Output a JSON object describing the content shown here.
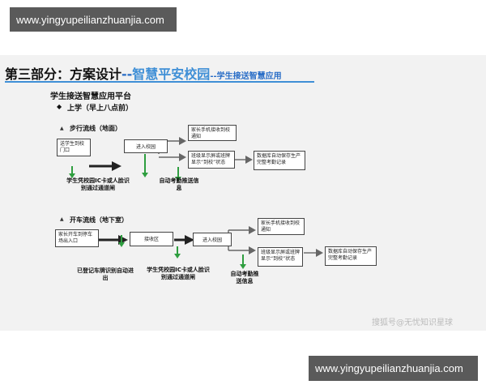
{
  "banner_top": "www.yingyupeilianzhuanjia.com",
  "banner_bottom": "www.yingyupeilianzhuanjia.com",
  "header": {
    "title_main": "第三部分：方案设计",
    "title_sep1": "--",
    "title_accent": "智慧平安校园",
    "title_sep2": "--",
    "title_sub": "学生接送智慧应用"
  },
  "platform_title": "学生接送智慧应用平台",
  "section": {
    "bullet": "◆",
    "title": "上学（早上八点前）"
  },
  "walk": {
    "marker": "▲",
    "label": "步行流线（地面）",
    "box1": "送学生到校门口",
    "box2": "进入校园",
    "box3": "家长手机接收到校通知",
    "box4": "班级显示屏或班牌显示“到校”状态",
    "box5": "数据库自动保存生产完整考勤记录",
    "note1": "学生凭校园IC卡或人脸识别通过通道闸",
    "note2": "自动考勤推送信息"
  },
  "car": {
    "marker": "▲",
    "label": "开车流线（地下室）",
    "box1": "家长开车到停车场出入口",
    "box2": "接收区",
    "box3": "进入校园",
    "box4": "家长手机接收到校通知",
    "box5": "班级显示屏或班牌显示“到校”状态",
    "box6": "数据库自动保存生产完整考勤记录",
    "note1": "已登记车牌识别自动进出",
    "note2": "学生凭校园IC卡或人脸识别通过通道闸",
    "note3": "自动考勤推送信息"
  },
  "watermark": "搜狐号@无忧知识星球",
  "colors": {
    "accent": "#3f8fd6",
    "arrow_green": "#2e9e3f",
    "banner": "#5a5a5a"
  }
}
